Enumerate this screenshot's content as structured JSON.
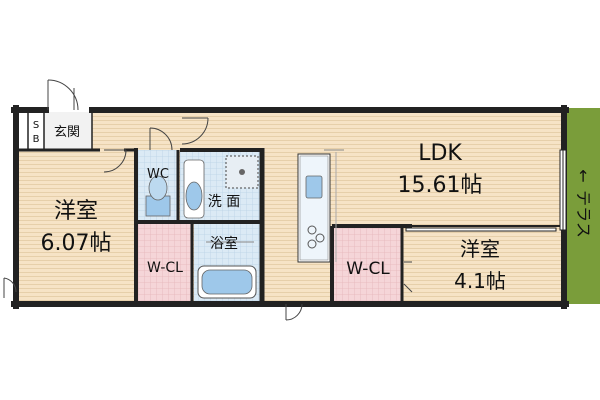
{
  "rooms": {
    "ldk": {
      "name": "LDK",
      "size": "15.61帖"
    },
    "western_left": {
      "name": "洋室",
      "size": "6.07帖"
    },
    "western_right": {
      "name": "洋室",
      "size": "4.1帖"
    },
    "wcl_left": {
      "name": "W-CL"
    },
    "wcl_right": {
      "name": "W-CL"
    },
    "wc": {
      "name": "WC"
    },
    "washroom": {
      "name": "洗 面"
    },
    "bathroom": {
      "name": "浴室"
    },
    "entrance": {
      "name": "玄関"
    },
    "shoe_box": {
      "top": "S",
      "bottom": "B"
    }
  },
  "terrace": {
    "arrow": "←",
    "name": "テラス"
  },
  "colors": {
    "wall": "#222222",
    "floor_wood": "#f6e3c6",
    "floor_line": "#e6cfaa",
    "closet": "#f5d5d8",
    "closet_line": "#e5b5ba",
    "tile": "#dbeaf5",
    "tile_line": "#b9d2e6",
    "fixture_blue": "#9ec8ea",
    "terrace_green": "#7a9d3a",
    "entrance_floor": "#f2f2f2"
  }
}
